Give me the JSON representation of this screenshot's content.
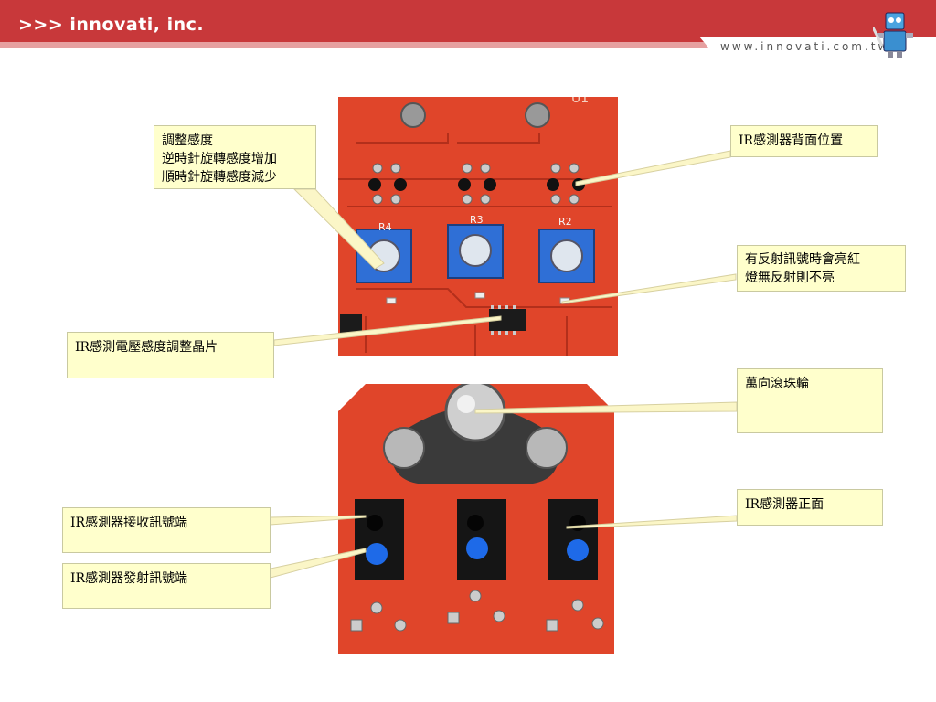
{
  "header": {
    "brand": ">>> innovati, inc.",
    "url": "www.innovati.com.tw"
  },
  "top_photo": {
    "marking_top": "U1",
    "pot_labels": [
      "R4",
      "R3",
      "R2"
    ]
  },
  "callouts": {
    "sensitivity": [
      "調整感度",
      "逆時針旋轉感度增加",
      "順時針旋轉感度減少"
    ],
    "sensor_back": "IR感測器背面位置",
    "reflect_led": [
      "有反射訊號時會亮紅",
      "燈無反射則不亮"
    ],
    "voltage_chip": "IR感測電壓感度調整晶片",
    "ball_wheel": "萬向滾珠輪",
    "sensor_front": "IR感測器正面",
    "receiver": "IR感測器接收訊號端",
    "emitter": "IR感測器發射訊號端"
  },
  "colors": {
    "header_red": "#c8383a",
    "pcb_red": "#e0452a",
    "callout_fill": "#ffffcc"
  }
}
